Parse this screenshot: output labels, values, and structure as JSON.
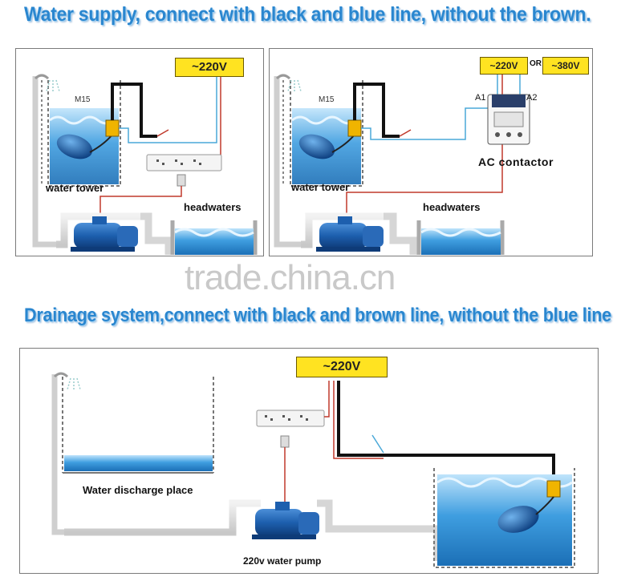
{
  "heading_top": "Water supply, connect with black and blue line, without the brown.",
  "heading_bottom": "Drainage system,connect with black and brown line, without the blue line",
  "panel_left": {
    "voltage": "~220V",
    "model": "M15",
    "tower_label": "water tower",
    "source_label": "headwaters"
  },
  "panel_right": {
    "voltage_a": "~220V",
    "or_text": "OR",
    "voltage_b": "~380V",
    "a1": "A1",
    "a2": "A2",
    "model": "M15",
    "contactor_label": "AC contactor",
    "tower_label": "water tower",
    "source_label": "headwaters"
  },
  "panel_bottom": {
    "voltage": "~220V",
    "discharge_label": "Water discharge place",
    "pump_label": "220v water pump"
  },
  "watermark": "trade.china.cn",
  "colors": {
    "heading": "#2a86cf",
    "wire_black": "#111111",
    "wire_blue": "#4aa8d8",
    "wire_brown": "#c0392b",
    "voltage_box": "#ffe321",
    "pipe": "#d9d9d9",
    "pump": "#1d5fae",
    "water": "#3f9ee0"
  }
}
